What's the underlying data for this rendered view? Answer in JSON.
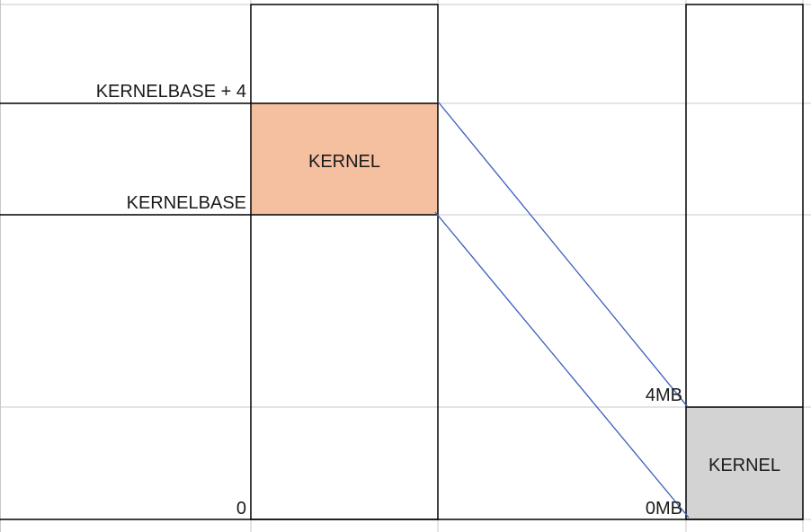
{
  "virtual_memory": {
    "labels": {
      "kernelbase_plus_4": "KERNELBASE + 4",
      "kernelbase": "KERNELBASE",
      "zero": "0"
    },
    "kernel_block": {
      "label": "KERNEL",
      "color": "#f5c0a0"
    }
  },
  "physical_memory": {
    "labels": {
      "four_mb": "4MB",
      "zero_mb": "0MB"
    },
    "kernel_block": {
      "label": "KERNEL",
      "color": "#d3d3d3"
    }
  },
  "colors": {
    "grid_line": "#c8c8c8",
    "border": "#000000",
    "mapping_line": "#3a5fbf"
  }
}
